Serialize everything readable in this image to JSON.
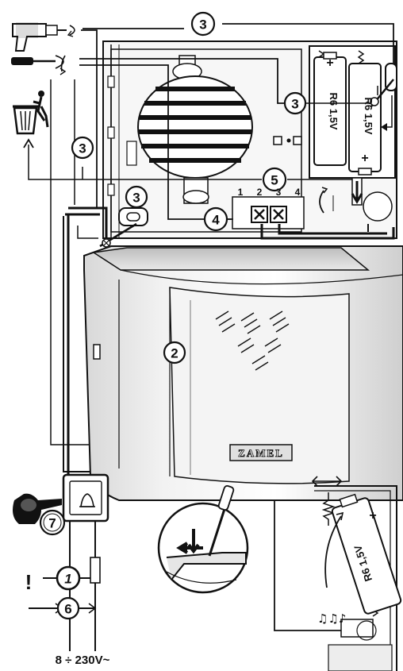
{
  "step_markers": {
    "s1": "1",
    "s2": "2",
    "s3": "3",
    "s4": "4",
    "s5": "5",
    "s6": "6",
    "s7": "7"
  },
  "terminals": [
    "1",
    "2",
    "3",
    "4"
  ],
  "battery": {
    "type": "R6",
    "voltage": "1,5V",
    "label_combined": "R6 1,5V",
    "plus": "+"
  },
  "brand": "ZAMEL",
  "supply_voltage": "8 ÷ 230V~",
  "warning_mark": "!",
  "music_notes": "♫♫♪",
  "colors": {
    "ink": "#111111",
    "paper": "#ffffff",
    "shade_light": "#e6e6e6",
    "shade_mid": "#cfcfcf",
    "shade_dark": "#9a9a9a"
  },
  "icons": [
    "drill-icon",
    "screwdriver-icon",
    "trash-bin-icon",
    "hand-press-icon",
    "bell-icon",
    "screwdriver-pry-icon",
    "adjust-arrow-icon"
  ]
}
